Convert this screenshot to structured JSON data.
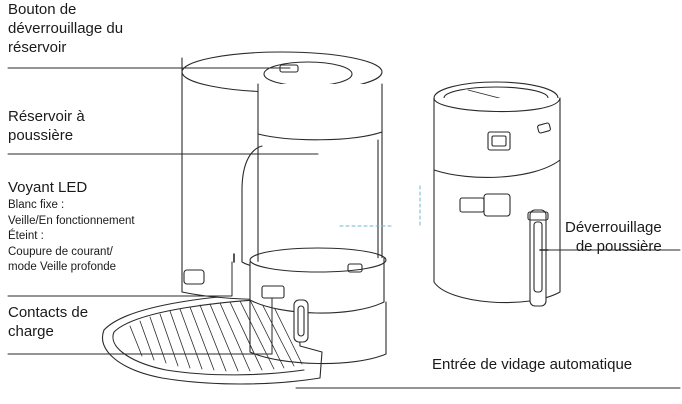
{
  "labels": {
    "release": [
      "Bouton de",
      "déverrouillage du",
      "réservoir"
    ],
    "tank": [
      "Réservoir à",
      "poussière"
    ],
    "led_title": "Voyant LED",
    "led_lines": [
      "Blanc fixe :",
      "Veille/En fonctionnement",
      "Éteint :",
      "Coupure de courant/",
      "mode Veille profonde"
    ],
    "contacts": [
      "Contacts de",
      "charge"
    ],
    "unlock": [
      "Déverrouillage",
      "de poussière"
    ],
    "inlet": "Entrée de vidage automatique"
  },
  "colors": {
    "line": "#2a2a2a",
    "accent_dashed": "#6cb4cc",
    "fill": "#ffffff"
  }
}
